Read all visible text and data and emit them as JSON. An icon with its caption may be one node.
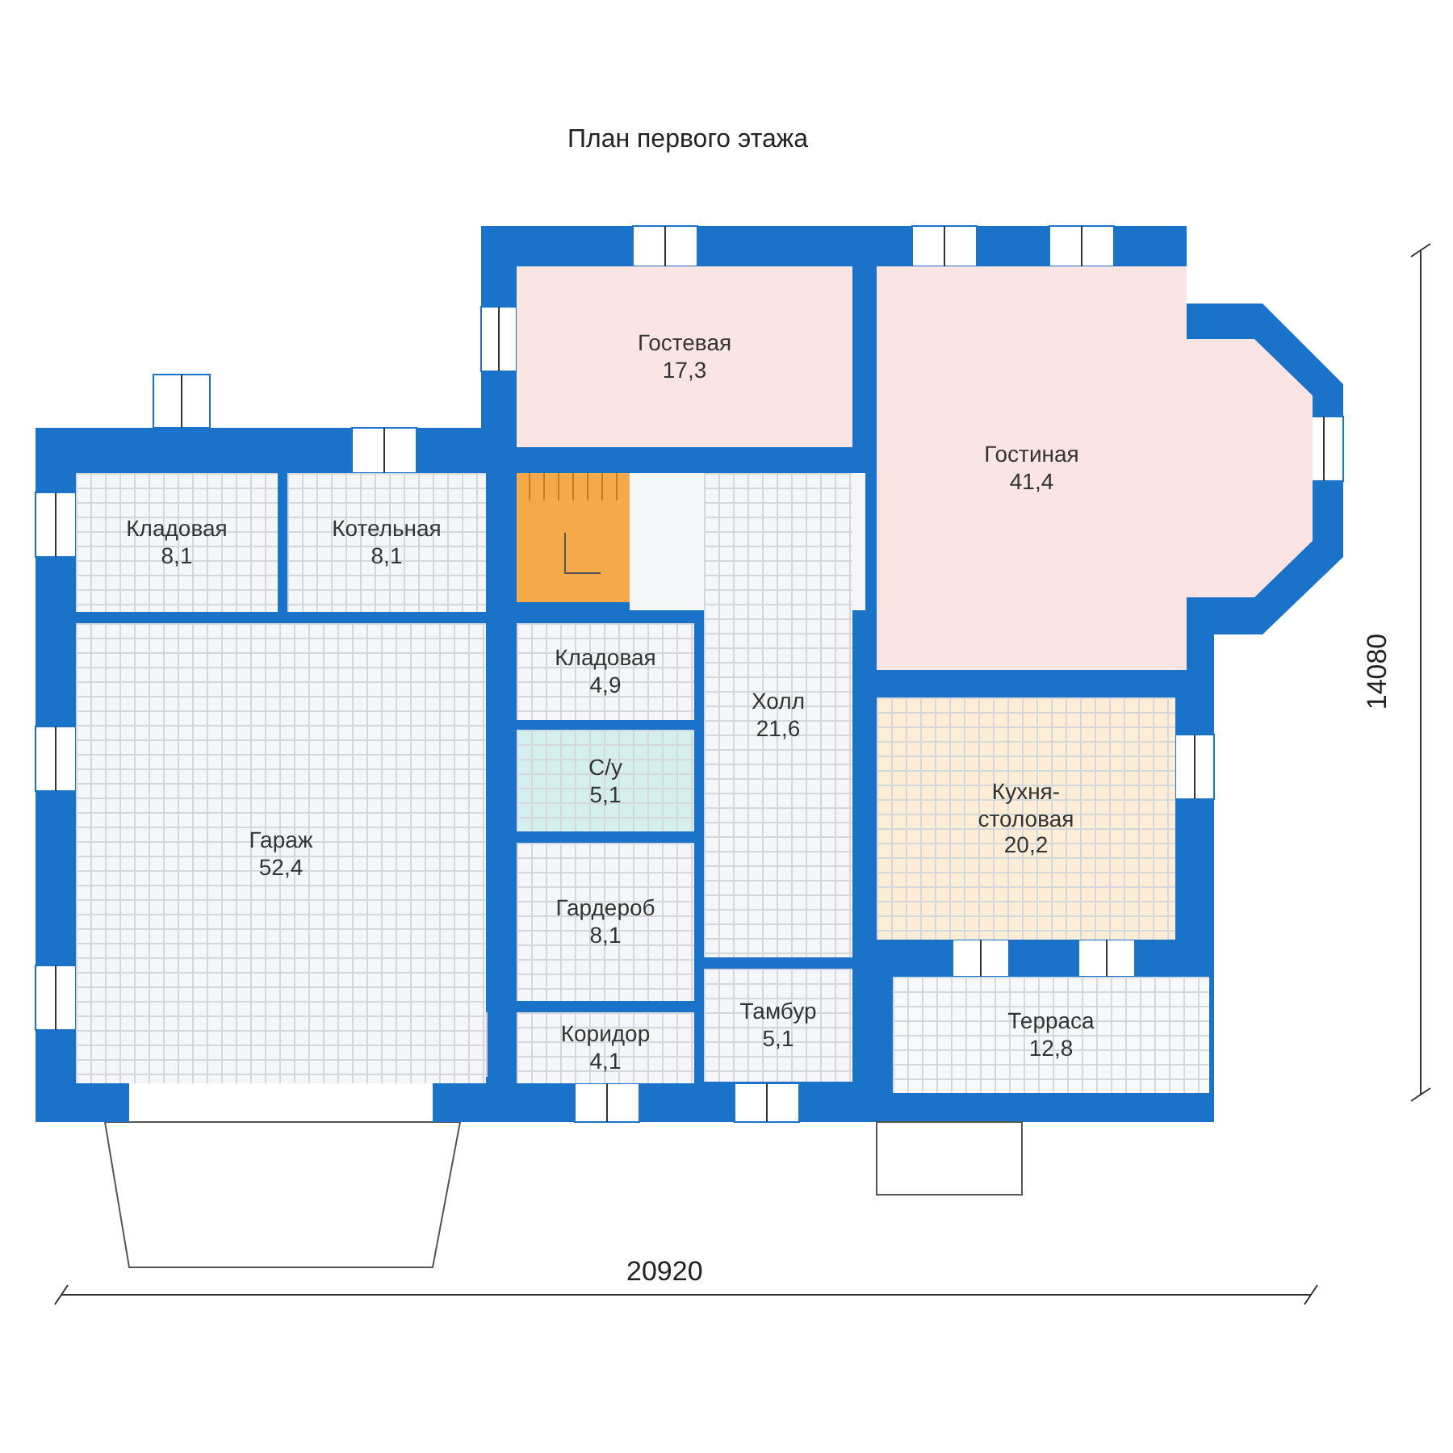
{
  "diagram": {
    "title": "План первого этажа",
    "nodes": [
      {
        "text": [
          "Гостевая",
          "17,3"
        ]
      },
      {
        "text": [
          "Гостиная",
          "41,4"
        ]
      },
      {
        "text": [
          "Кладовая",
          "8,1"
        ]
      },
      {
        "text": [
          "Котельная",
          "8,1"
        ]
      },
      {
        "text": [
          "Гараж",
          "52,4"
        ]
      },
      {
        "text": [
          "Кладовая",
          "4,9"
        ]
      },
      {
        "text": [
          "С/у",
          "5,1"
        ]
      },
      {
        "text": [
          "Холл",
          "21,6"
        ]
      },
      {
        "text": [
          "Гардероб",
          "8,1"
        ]
      },
      {
        "text": [
          "Коридор",
          "4,1"
        ]
      },
      {
        "text": [
          "Тамбур",
          "5,1"
        ]
      },
      {
        "text": [
          "Кухня-столовая",
          "20,2"
        ]
      },
      {
        "text": [
          "Терраса",
          "12,8"
        ]
      }
    ],
    "labels": [
      "20920",
      "14080"
    ]
  }
}
